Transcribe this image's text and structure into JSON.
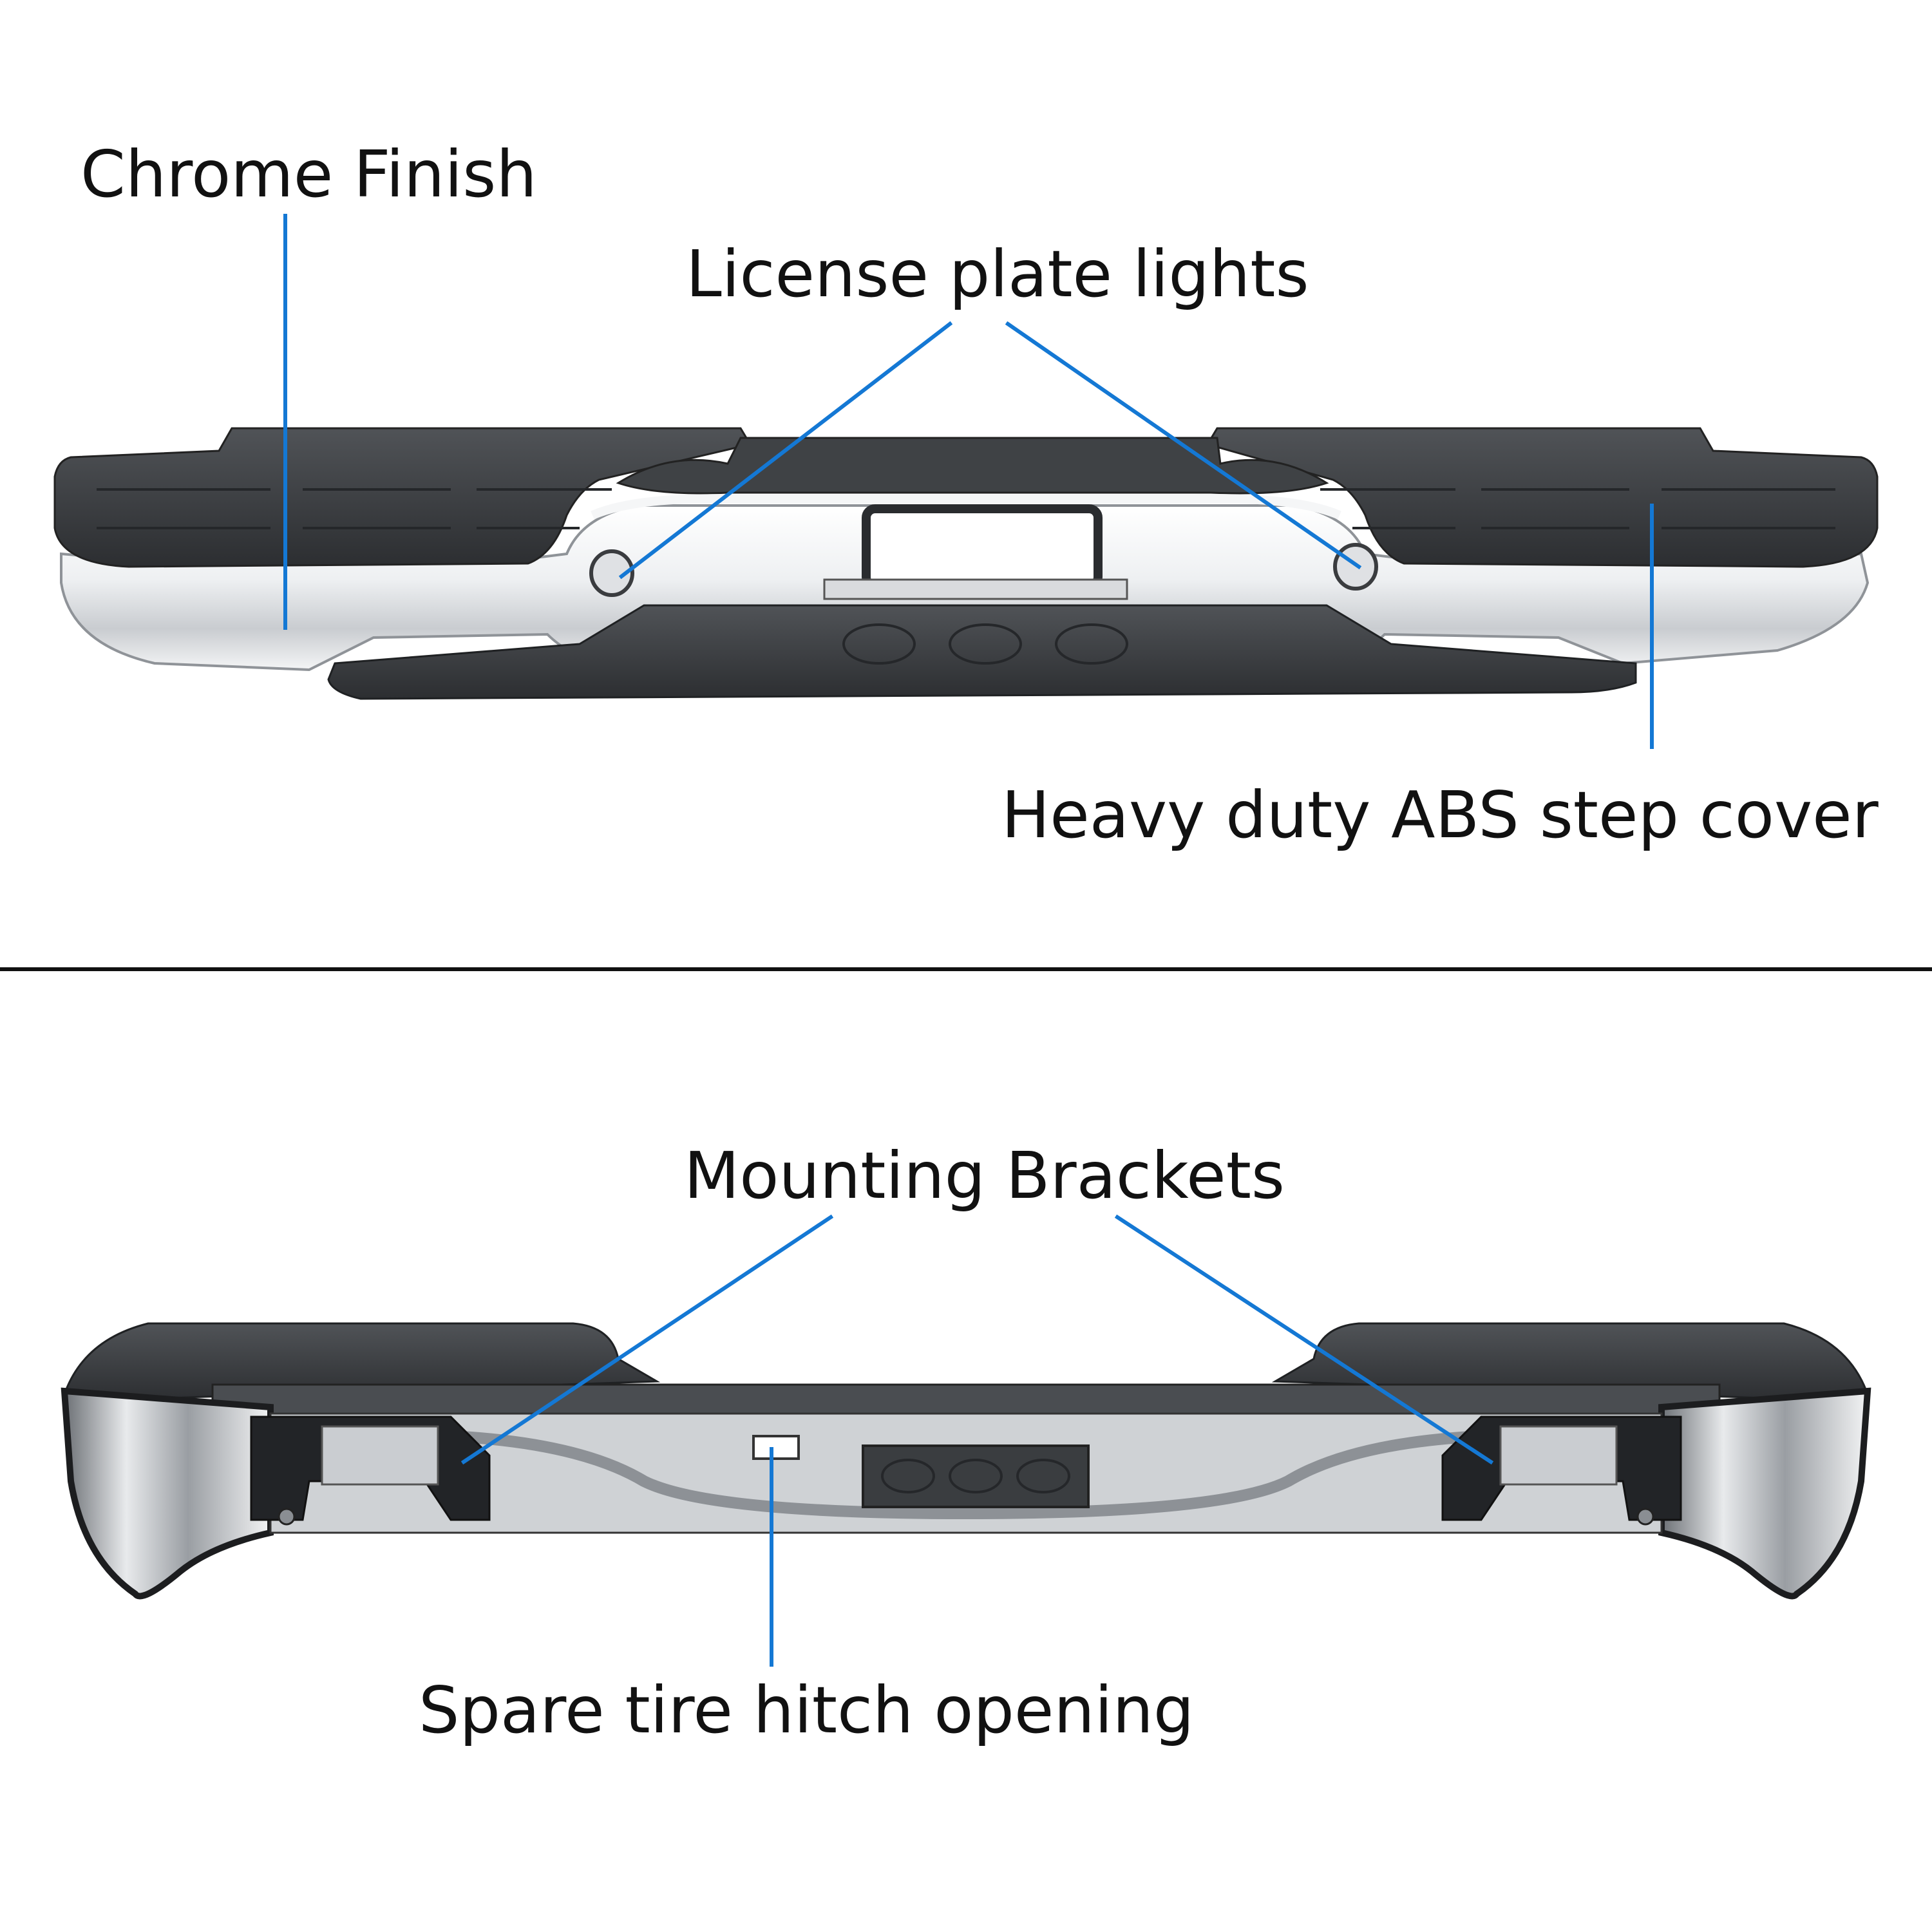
{
  "colors": {
    "background": "#ffffff",
    "leader_line": "#1478d4",
    "text": "#111111",
    "divider": "#111111",
    "chrome": "#e6e8ea",
    "step_pad": "#3a3d40"
  },
  "top_panel": {
    "labels": {
      "chrome_finish": "Chrome Finish",
      "license_plate_lights": "License plate lights",
      "step_cover": "Heavy duty ABS step cover"
    }
  },
  "bottom_panel": {
    "labels": {
      "mounting_brackets": "Mounting Brackets",
      "spare_tire": "Spare tire hitch opening"
    }
  }
}
